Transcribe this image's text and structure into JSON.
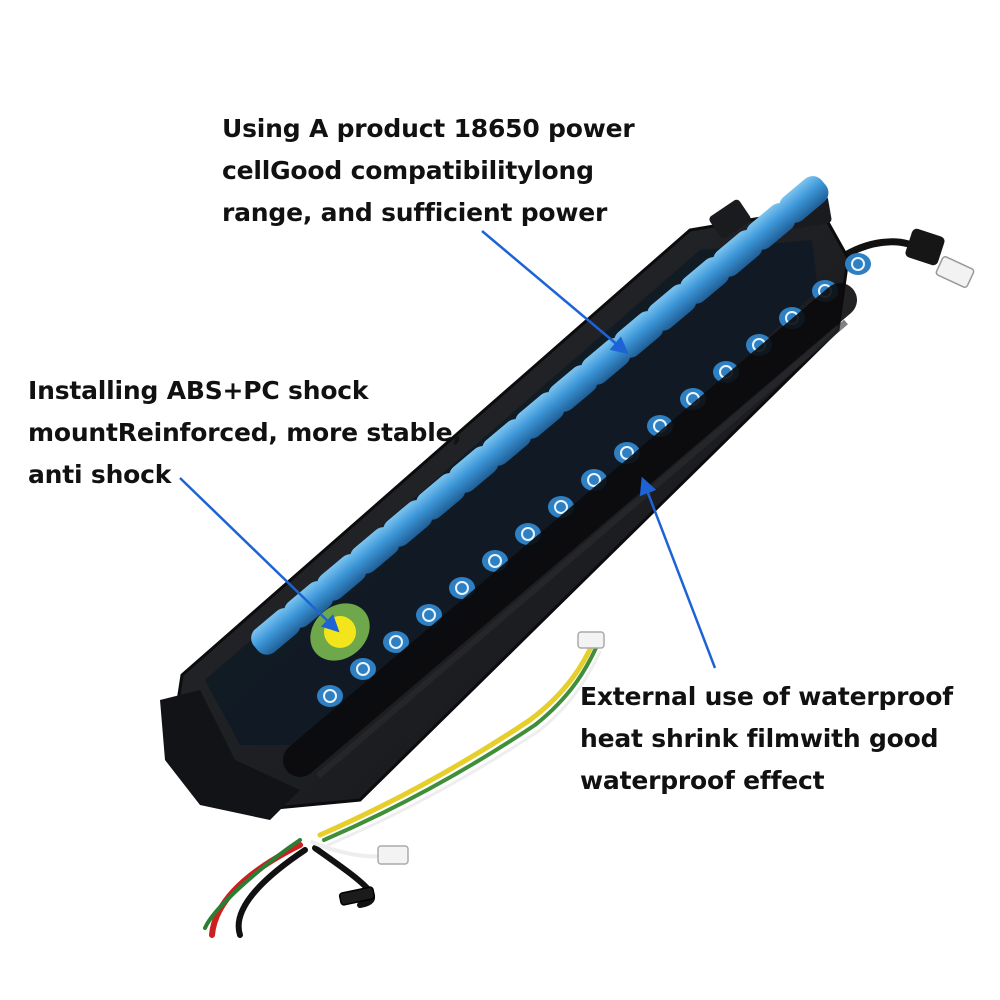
{
  "callouts": {
    "cell": {
      "lines": [
        "Using A product 18650 power",
        "cellGood compatibilitylong",
        "range, and sufficient power"
      ]
    },
    "mount": {
      "lines": [
        "Installing ABS+PC shock",
        "mountReinforced, more stable,",
        "anti shock"
      ]
    },
    "film": {
      "lines": [
        "External use of waterproof",
        "heat shrink filmwith good",
        "waterproof effect"
      ]
    }
  },
  "colors": {
    "arrow": "#1e63d6",
    "cell": "#3d97d8",
    "cell_highlight": "#7cc4f0",
    "casing": "#1c1d20",
    "marker": "#f2e51c",
    "wire_red": "#cc1f1f",
    "wire_yellow": "#e6cf2a",
    "wire_green": "#3f8f3a",
    "wire_white": "#eeeeee"
  },
  "icons": {
    "arrow": "arrow-pointer-icon",
    "connector": "connector-plug-icon"
  }
}
